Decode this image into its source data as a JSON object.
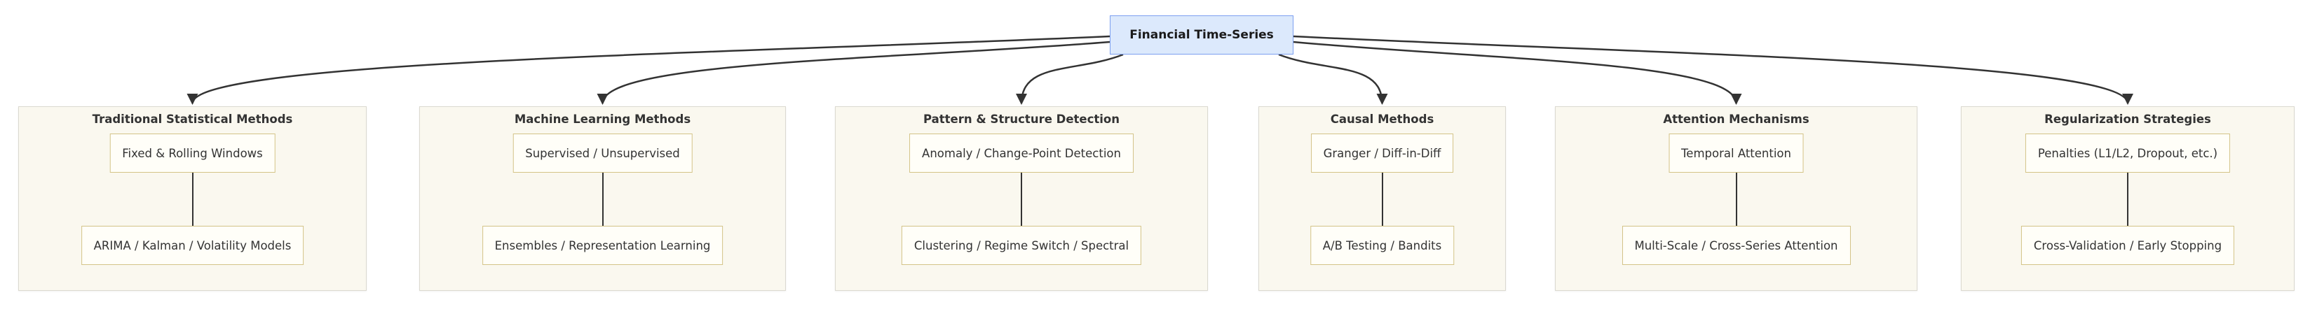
{
  "root_node": {
    "label": "Financial Time-Series"
  },
  "groups": [
    {
      "title": "Traditional Statistical Methods",
      "nodes": [
        "Fixed & Rolling Windows",
        "ARIMA / Kalman / Volatility Models"
      ]
    },
    {
      "title": "Machine Learning Methods",
      "nodes": [
        "Supervised / Unsupervised",
        "Ensembles / Representation Learning"
      ]
    },
    {
      "title": "Pattern & Structure Detection",
      "nodes": [
        "Anomaly / Change-Point Detection",
        "Clustering / Regime Switch / Spectral"
      ]
    },
    {
      "title": "Causal Methods",
      "nodes": [
        "Granger / Diff-in-Diff",
        "A/B Testing / Bandits"
      ]
    },
    {
      "title": "Attention Mechanisms",
      "nodes": [
        "Temporal Attention",
        "Multi-Scale / Cross-Series Attention"
      ]
    },
    {
      "title": "Regularization Strategies",
      "nodes": [
        "Penalties (L1/L2, Dropout, etc.)",
        "Cross-Validation / Early Stopping"
      ]
    }
  ],
  "edges": [
    {
      "from": "Financial Time-Series",
      "to": "Traditional Statistical Methods"
    },
    {
      "from": "Financial Time-Series",
      "to": "Machine Learning Methods"
    },
    {
      "from": "Financial Time-Series",
      "to": "Pattern & Structure Detection"
    },
    {
      "from": "Financial Time-Series",
      "to": "Causal Methods"
    },
    {
      "from": "Financial Time-Series",
      "to": "Attention Mechanisms"
    },
    {
      "from": "Financial Time-Series",
      "to": "Regularization Strategies"
    }
  ],
  "colors": {
    "root_fill": "#dce9fc",
    "root_border": "#7c9ff0",
    "group_fill": "#faf8ef",
    "group_border": "#dbd9d0",
    "node_fill": "#fffef8",
    "node_border": "#d3c387",
    "edge": "#333333",
    "text": "#333333"
  }
}
